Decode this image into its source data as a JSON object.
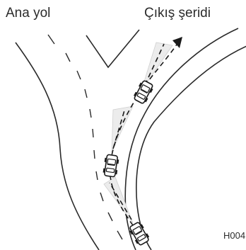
{
  "labels": {
    "main_road": "Ana yol",
    "exit_lane": "Çıkış şeridi",
    "code": "H004"
  },
  "colors": {
    "line": "#2a2a2a",
    "headlight_cone": "#ececec",
    "background": "#ffffff"
  },
  "icons": {
    "vehicle": "car-top-view-icon",
    "path_arrow": "arrow-head-icon"
  }
}
